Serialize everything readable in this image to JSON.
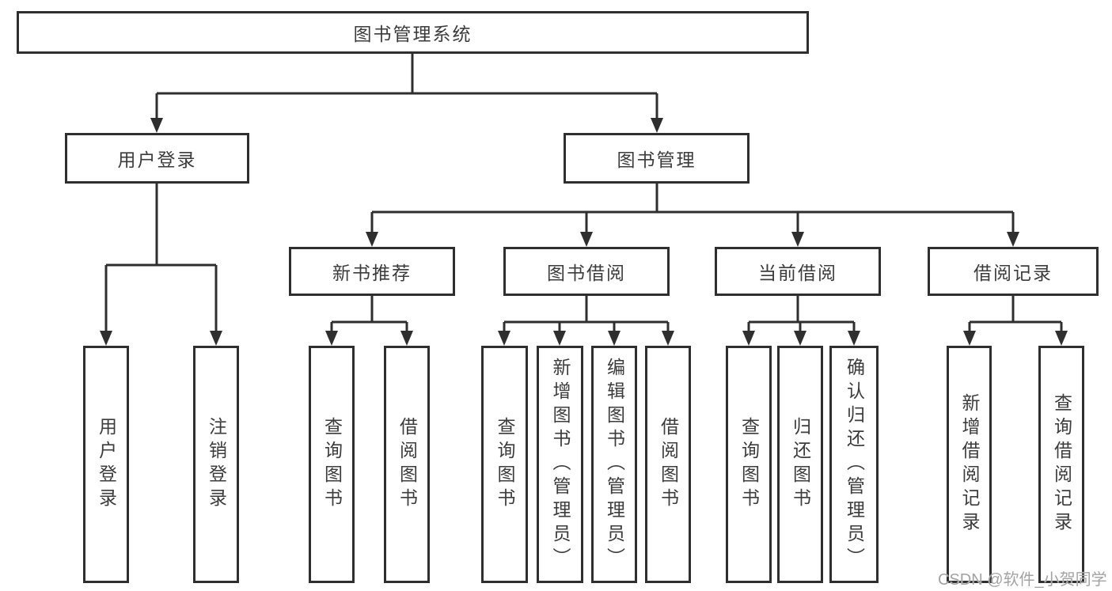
{
  "diagram": {
    "root": {
      "label": "图书管理系统"
    },
    "level2": [
      {
        "label": "用户登录"
      },
      {
        "label": "图书管理"
      }
    ],
    "level3": [
      {
        "label": "新书推荐",
        "parent": "图书管理"
      },
      {
        "label": "图书借阅",
        "parent": "图书管理"
      },
      {
        "label": "当前借阅",
        "parent": "图书管理"
      },
      {
        "label": "借阅记录",
        "parent": "图书管理"
      }
    ],
    "leaves": [
      {
        "label": "用户登录",
        "parent": "用户登录"
      },
      {
        "label": "注销登录",
        "parent": "用户登录"
      },
      {
        "label": "查询图书",
        "parent": "新书推荐"
      },
      {
        "label": "借阅图书",
        "parent": "新书推荐"
      },
      {
        "label": "查询图书",
        "parent": "图书借阅"
      },
      {
        "label": "新增图书（管理员）",
        "parent": "图书借阅"
      },
      {
        "label": "编辑图书（管理员）",
        "parent": "图书借阅"
      },
      {
        "label": "借阅图书",
        "parent": "图书借阅"
      },
      {
        "label": "查询图书",
        "parent": "当前借阅"
      },
      {
        "label": "归还图书",
        "parent": "当前借阅"
      },
      {
        "label": "确认归还（管理员）",
        "parent": "当前借阅"
      },
      {
        "label": "新增借阅记录",
        "parent": "借阅记录"
      },
      {
        "label": "查询借阅记录",
        "parent": "借阅记录"
      }
    ],
    "colors": {
      "line": "#2f2f2f",
      "box_border": "#2f2f2f",
      "text": "#3c3c3c",
      "background": "#ffffff",
      "watermark": "#a3a3a3"
    }
  },
  "watermark": {
    "text": "CSDN @软件_小贺同学"
  }
}
